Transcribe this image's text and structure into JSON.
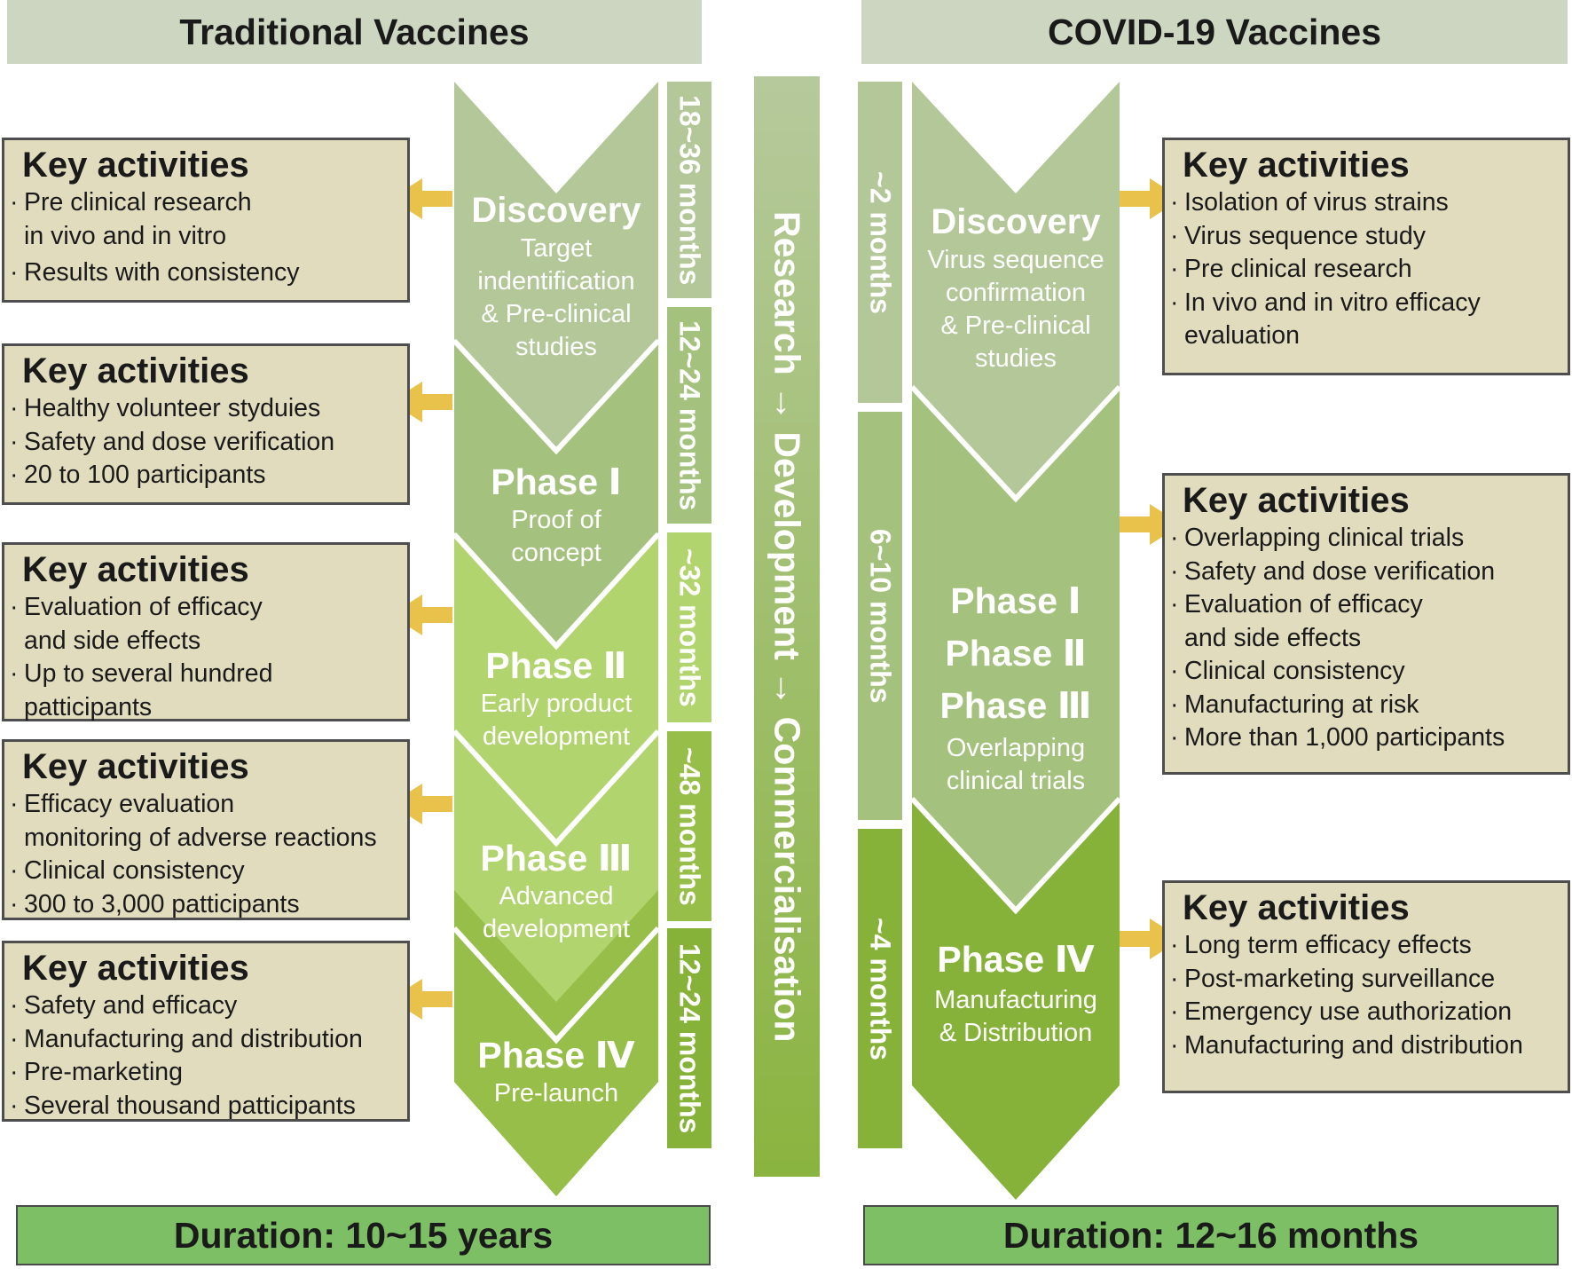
{
  "left": {
    "title": "Traditional Vaccines",
    "duration": "Duration: 10~15 years",
    "stages": [
      {
        "head": "Discovery",
        "sub": [
          "Target",
          "indentification",
          "& Pre-clinical",
          "studies"
        ]
      },
      {
        "head": "Phase Ⅰ",
        "sub": [
          "Proof of",
          "concept"
        ]
      },
      {
        "head": "Phase Ⅱ",
        "sub": [
          "Early product",
          "development"
        ]
      },
      {
        "head": "Phase Ⅲ",
        "sub": [
          "Advanced",
          "development"
        ]
      },
      {
        "head": "Phase Ⅳ",
        "sub": [
          "Pre-launch"
        ]
      }
    ],
    "months": [
      "18~36 months",
      "12~24 months",
      "~32 months",
      "~48 months",
      "12~24 months"
    ],
    "boxes": [
      {
        "title": "Key activities",
        "items": [
          "Pre clinical research\nin vivo and in vitro",
          "Results with consistency"
        ]
      },
      {
        "title": "Key activities",
        "items": [
          "Healthy volunteer styduies",
          "Safety and dose verification",
          "20 to 100 participants"
        ]
      },
      {
        "title": "Key activities",
        "items": [
          "Evaluation of efficacy\nand side effects",
          "Up to several hundred\npatticipants"
        ]
      },
      {
        "title": "Key activities",
        "items": [
          "Efficacy evaluation\nmonitoring of adverse reactions",
          "Clinical consistency",
          "300 to 3,000 patticipants"
        ]
      },
      {
        "title": "Key activities",
        "items": [
          "Safety and efficacy",
          "Manufacturing and distribution",
          "Pre-marketing",
          "Several thousand patticipants"
        ]
      }
    ]
  },
  "middle": {
    "label": "Research → Development → Commercialisation"
  },
  "right": {
    "title": "COVID-19 Vaccines",
    "duration": "Duration: 12~16 months",
    "stages": [
      {
        "head": "Discovery",
        "sub": [
          "Virus sequence",
          "confirmation",
          "& Pre-clinical",
          "studies"
        ]
      },
      {
        "head": "Phase Ⅰ",
        "head2": "Phase Ⅱ",
        "head3": "Phase Ⅲ",
        "sub": [
          "Overlapping",
          "clinical trials"
        ]
      },
      {
        "head": "Phase Ⅳ",
        "sub": [
          "Manufacturing",
          "& Distribution"
        ]
      }
    ],
    "months": [
      "~2 months",
      "6~10 months",
      "~4 months"
    ],
    "boxes": [
      {
        "title": "Key activities",
        "items": [
          "Isolation of virus strains",
          "Virus sequence study",
          "Pre clinical research",
          "In vivo and in vitro efficacy\nevaluation"
        ]
      },
      {
        "title": "Key activities",
        "items": [
          "Overlapping clinical trials",
          "Safety and dose verification",
          "Evaluation of efficacy\nand side effects",
          "Clinical consistency",
          "Manufacturing at risk",
          "More than 1,000 participants"
        ]
      },
      {
        "title": "Key activities",
        "items": [
          "Long term efficacy effects",
          "Post-marketing surveillance",
          "Emergency use authorization",
          "Manufacturing and distribution"
        ]
      }
    ]
  },
  "colors": {
    "header_bg": "#ccd6c0",
    "box_bg": "#e2dcbf",
    "footer_bg": "#7dbf64",
    "arrow": "#e8c24a",
    "stage_fills": [
      "#b3c798",
      "#a4c27e",
      "#b2d46f",
      "#97be48",
      "#86b23a"
    ]
  }
}
